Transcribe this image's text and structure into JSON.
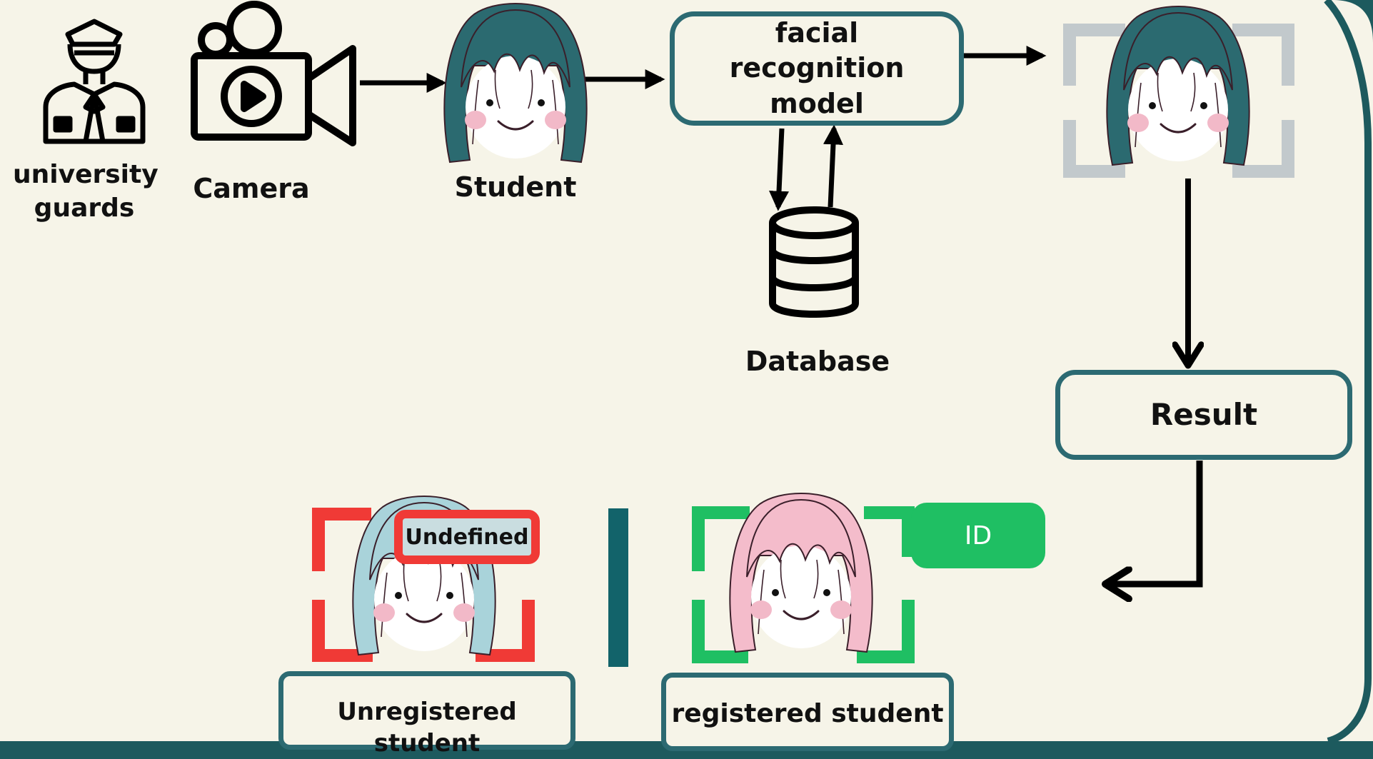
{
  "diagram": {
    "labels": {
      "guards": "university guards",
      "camera": "Camera",
      "student": "Student",
      "model": "facial recognition model",
      "database": "Database",
      "result": "Result",
      "unregistered": "Unregistered student",
      "registered": "registered student",
      "undefined_tag": "Undefined",
      "id_tag": "ID"
    },
    "flow": [
      "university guards",
      "Camera",
      "Student",
      "facial recognition model",
      "Database",
      "Result",
      "Unregistered student",
      "registered student"
    ],
    "colors": {
      "background": "#f6f4e8",
      "frame": "#1d5a5e",
      "box_border": "#2c6a72",
      "hair_default": "#2b6a70",
      "hair_unregistered": "#a9d3da",
      "hair_registered": "#f4bccb",
      "cheek": "#f2b9c8",
      "frame_gray": "#c2c9cc",
      "frame_red": "#f03a36",
      "frame_green": "#1fbf63",
      "divider": "#12636a"
    },
    "icons": {
      "guard": "guard-icon",
      "camera": "video-camera-icon",
      "database": "database-icon"
    }
  }
}
